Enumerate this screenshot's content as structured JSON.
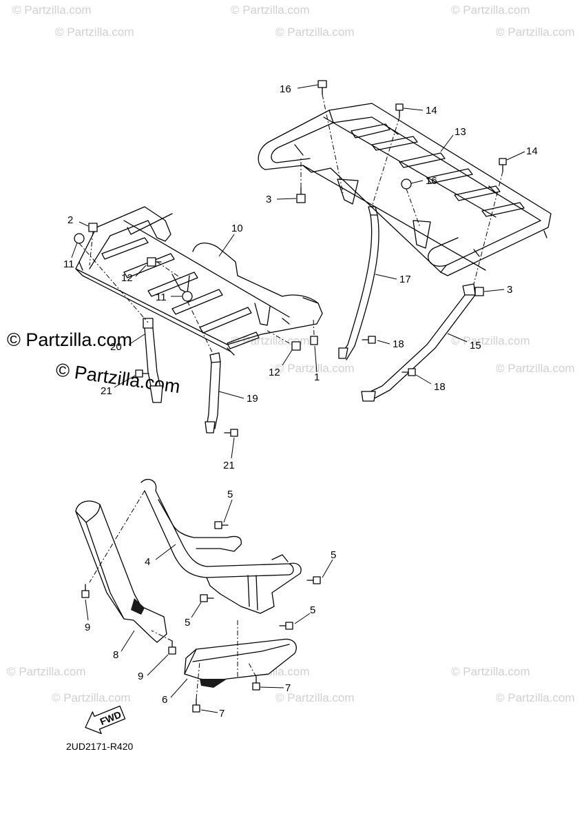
{
  "diagram": {
    "ref_code": "2UD2171-R420",
    "watermark_small": "© Partzilla.com",
    "watermark_large": "© Partzilla.com",
    "fwd_label": "FWD",
    "callouts": [
      "1",
      "2",
      "3",
      "3",
      "4",
      "5",
      "5",
      "5",
      "5",
      "6",
      "7",
      "7",
      "8",
      "9",
      "9",
      "10",
      "11",
      "11",
      "12",
      "12",
      "13",
      "14",
      "14",
      "15",
      "16",
      "16",
      "17",
      "18",
      "18",
      "19",
      "20",
      "21",
      "21"
    ]
  }
}
